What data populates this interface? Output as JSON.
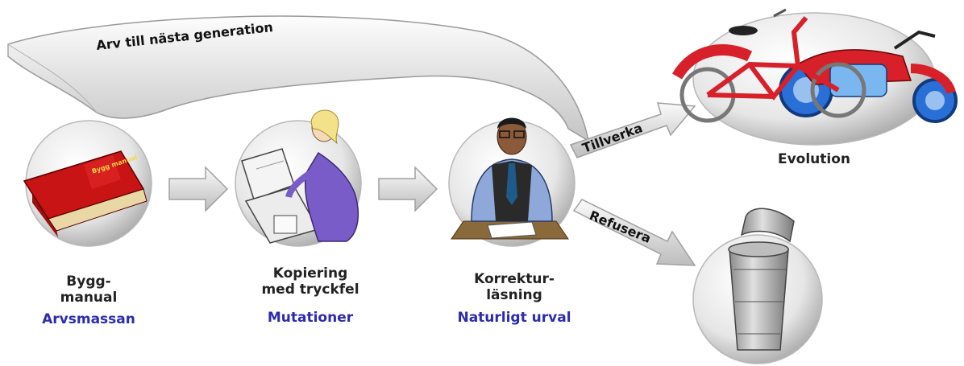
{
  "diagram": {
    "inheritance_label": "Arv till nästa generation",
    "stages": [
      {
        "title_line1": "Bygg-",
        "title_line2": "manual",
        "subtitle": "Arvsmassan",
        "book_text": "Bygg manual"
      },
      {
        "title_line1": "Kopiering",
        "title_line2": "med tryckfel",
        "subtitle": "Mutationer"
      },
      {
        "title_line1": "Korrektur-",
        "title_line2": "läsning",
        "subtitle": "Naturligt urval"
      }
    ],
    "branch_make": "Tillverka",
    "branch_reject": "Refusera",
    "outcome_label": "Evolution"
  },
  "colors": {
    "label_blue": "#2b2bb0",
    "book_red": "#c81414",
    "bike_red": "#d8202a",
    "bike_blue": "#2a6fd6",
    "woman_purple": "#7a5cc8"
  }
}
